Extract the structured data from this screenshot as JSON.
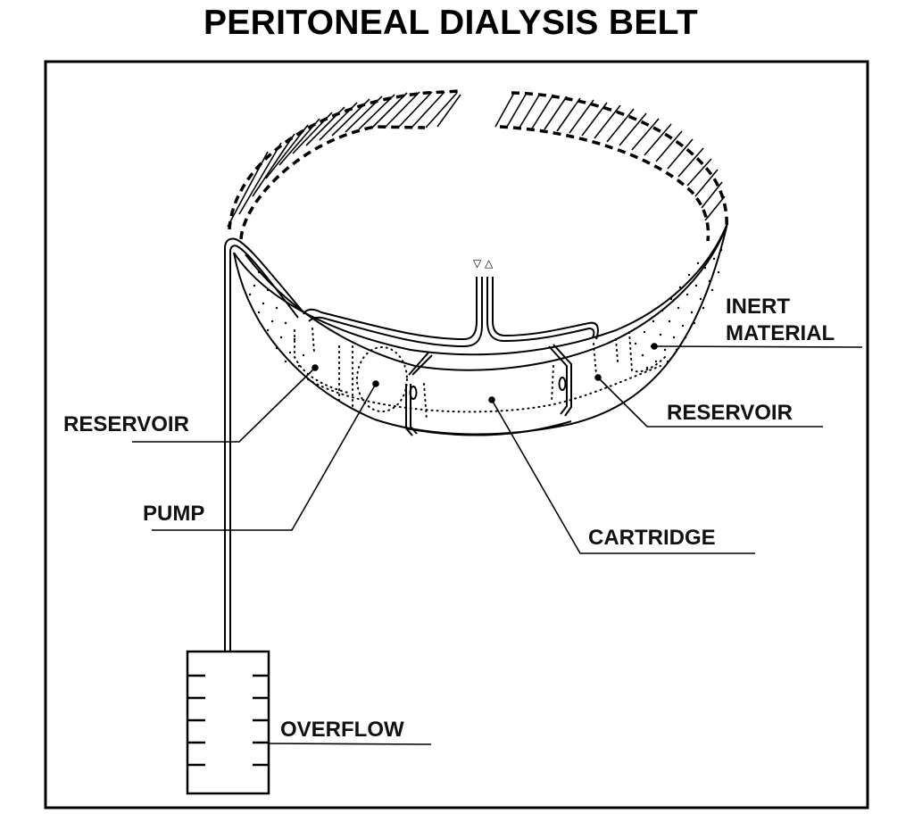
{
  "title": "PERITONEAL DIALYSIS BELT",
  "labels": {
    "inert_material_line1": "INERT",
    "inert_material_line2": "MATERIAL",
    "reservoir_right": "RESERVOIR",
    "reservoir_left": "RESERVOIR",
    "pump": "PUMP",
    "cartridge": "CARTRIDGE",
    "overflow": "OVERFLOW"
  },
  "flow_symbols": {
    "in": "▽",
    "out": "△"
  },
  "colors": {
    "ink": "#000000",
    "background": "#ffffff"
  }
}
